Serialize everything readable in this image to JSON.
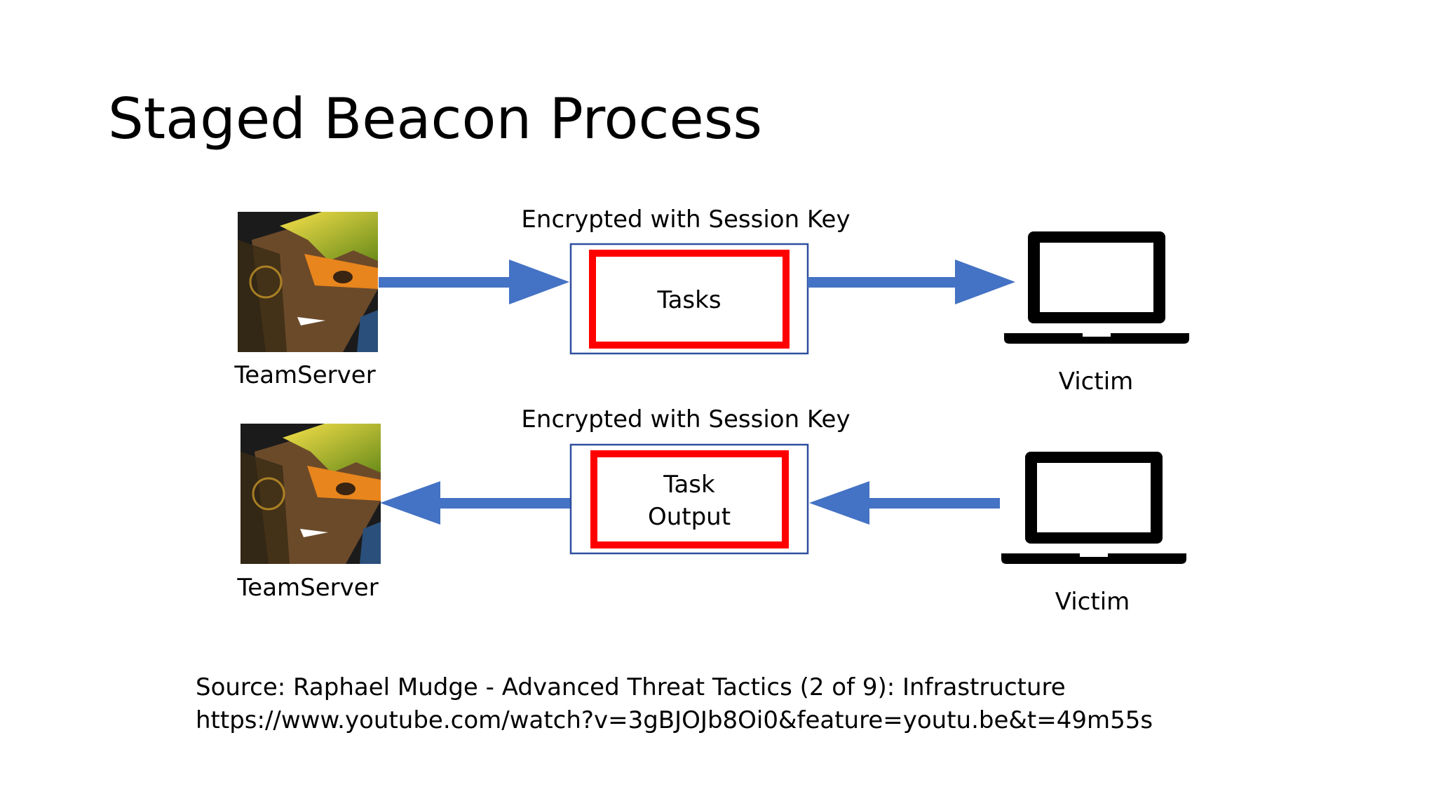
{
  "slide": {
    "title": "Staged Beacon Process"
  },
  "diagram": {
    "rows": [
      {
        "direction": "teamserver-to-victim",
        "teamserver_label": "TeamServer",
        "encryption_label": "Encrypted with Session Key",
        "payload_label": "Tasks",
        "victim_label": "Victim"
      },
      {
        "direction": "victim-to-teamserver",
        "teamserver_label": "TeamServer",
        "encryption_label": "Encrypted with Session Key",
        "payload_label_line1": "Task",
        "payload_label_line2": "Output",
        "victim_label": "Victim"
      }
    ],
    "colors": {
      "arrow": "#4472C4",
      "outer_box_border": "#2F4F9F",
      "inner_box_border": "#FF0000",
      "laptop": "#000000"
    },
    "icons": {
      "teamserver": "cartoon-character-avatar-icon",
      "victim": "laptop-icon"
    }
  },
  "source": {
    "line1": "Source: Raphael Mudge - Advanced Threat Tactics (2 of 9): Infrastructure",
    "line2": "https://www.youtube.com/watch?v=3gBJOJb8Oi0&feature=youtu.be&t=49m55s"
  }
}
